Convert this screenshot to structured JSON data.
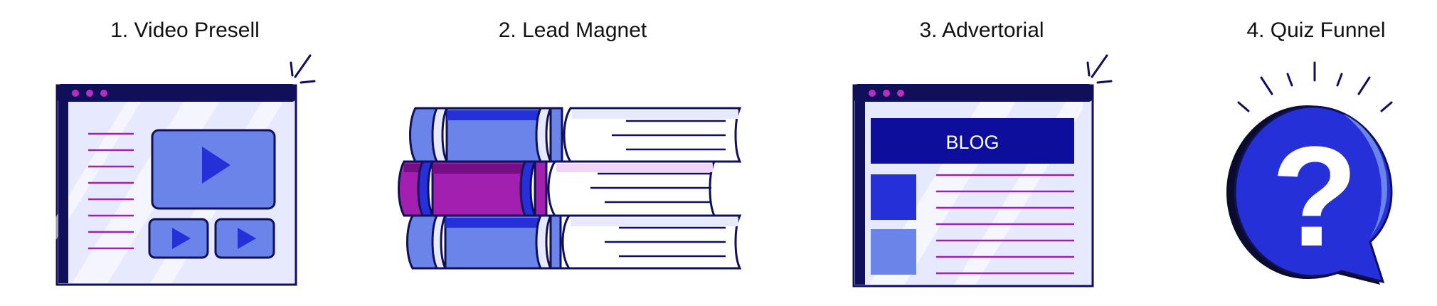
{
  "panels": [
    {
      "title": "1. Video Presell",
      "icon": "video-presell-illustration"
    },
    {
      "title": "2. Lead Magnet",
      "icon": "book-stack-illustration"
    },
    {
      "title": "3. Advertorial",
      "icon": "blog-page-illustration",
      "banner": "BLOG"
    },
    {
      "title": "4. Quiz Funnel",
      "icon": "question-bubble-illustration",
      "glyph": "?"
    }
  ],
  "colors": {
    "navy": "#10105a",
    "royal": "#2530d8",
    "periwinkle": "#6b84ea",
    "pale": "#e7eaff",
    "magenta": "#a31fb0",
    "darkMagenta": "#760f86",
    "deepBlue": "#0e0e9c"
  }
}
